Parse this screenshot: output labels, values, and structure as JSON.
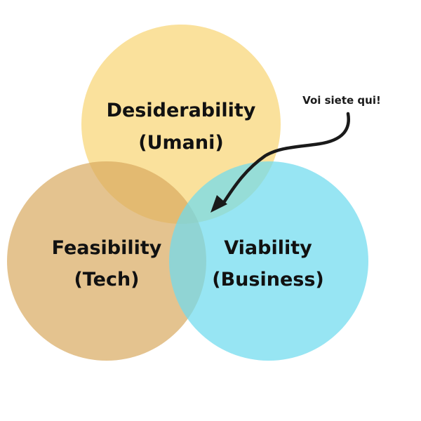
{
  "diagram": {
    "circles": [
      {
        "id": "desiderability",
        "line1": "Desiderability",
        "line2": "(Umani)",
        "color": "#F8D77B",
        "opacity": 0.75
      },
      {
        "id": "feasibility",
        "line1": "Feasibility",
        "line2": "(Tech)",
        "color": "#D9A95F",
        "opacity": 0.7
      },
      {
        "id": "viability",
        "line1": "Viability",
        "line2": "(Business)",
        "color": "#6FDBEF",
        "opacity": 0.72
      }
    ],
    "annotation": {
      "text": "Voi siete qui!",
      "arrow_color": "#1a1a1a"
    }
  }
}
